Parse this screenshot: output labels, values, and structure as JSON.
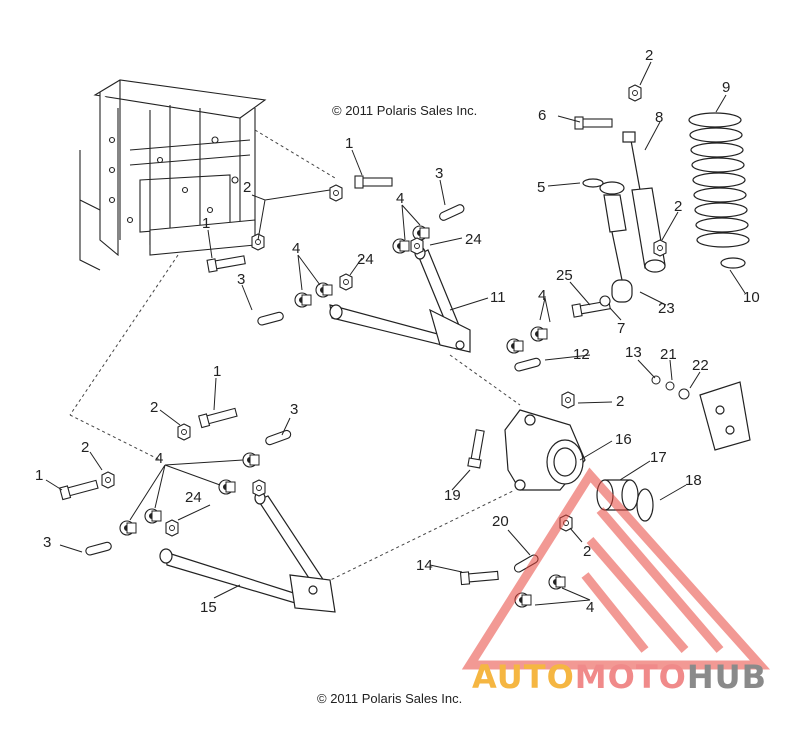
{
  "copyright_top": "© 2011 Polaris Sales Inc.",
  "copyright_bottom": "© 2011 Polaris Sales Inc.",
  "watermark": {
    "parts": [
      "AUTO",
      "MOTO",
      "HUB"
    ],
    "colors": {
      "auto": "#f5b642",
      "moto": "#f08a8a",
      "hub": "#8a8a8a",
      "triangle": "#e8453c"
    }
  },
  "callouts": {
    "c1a": "1",
    "c1b": "1",
    "c1c": "1",
    "c1d": "1",
    "c2a": "2",
    "c2b": "2",
    "c2c": "2",
    "c2d": "2",
    "c2e": "2",
    "c2f": "2",
    "c2g": "2",
    "c3a": "3",
    "c3b": "3",
    "c3c": "3",
    "c3d": "3",
    "c4a": "4",
    "c4b": "4",
    "c4c": "4",
    "c4d": "4",
    "c4e": "4",
    "c5": "5",
    "c6": "6",
    "c7": "7",
    "c8": "8",
    "c9": "9",
    "c10": "10",
    "c11": "11",
    "c12": "12",
    "c13": "13",
    "c14": "14",
    "c15": "15",
    "c16": "16",
    "c17": "17",
    "c18": "18",
    "c19": "19",
    "c20": "20",
    "c21": "21",
    "c22": "22",
    "c23": "23",
    "c24a": "24",
    "c24b": "24",
    "c24c": "24",
    "c25": "25"
  }
}
